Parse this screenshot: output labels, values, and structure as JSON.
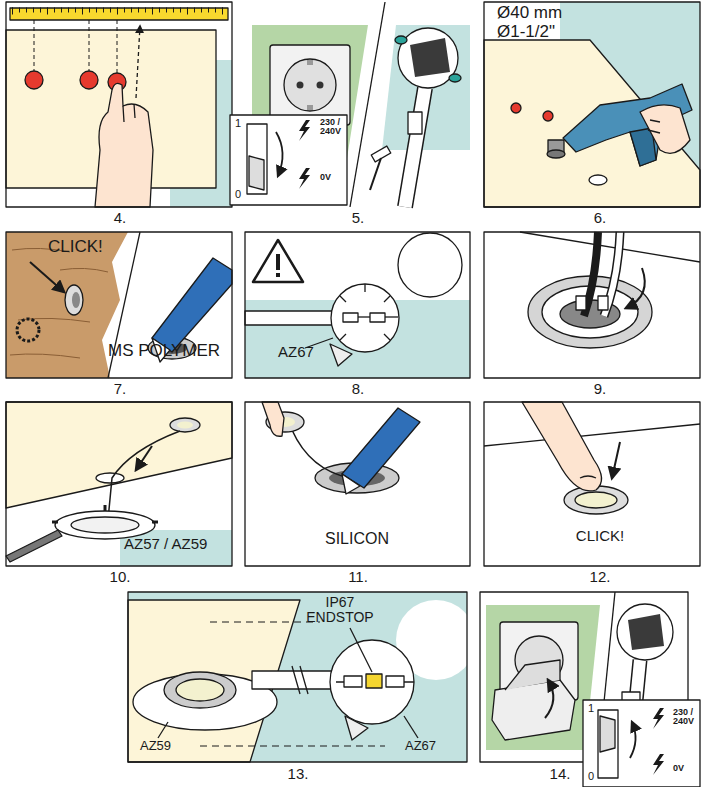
{
  "diagram": {
    "labels": [
      "4.",
      "1",
      "230 / 240V",
      "0",
      "0V",
      "5.",
      "Ø40 mm",
      "Ø1-1/2\"",
      "6.",
      "CLICK!",
      "MS POLYMER",
      "7.",
      "AZ67",
      "8.",
      "9.",
      "AZ57 / AZ59",
      "10.",
      "SILICON",
      "11.",
      "CLICK!",
      "12.",
      "IP67 ENDSTOP",
      "AZ59",
      "AZ67",
      "13.",
      "1",
      "230 / 240V",
      "0",
      "0V",
      "14."
    ]
  }
}
